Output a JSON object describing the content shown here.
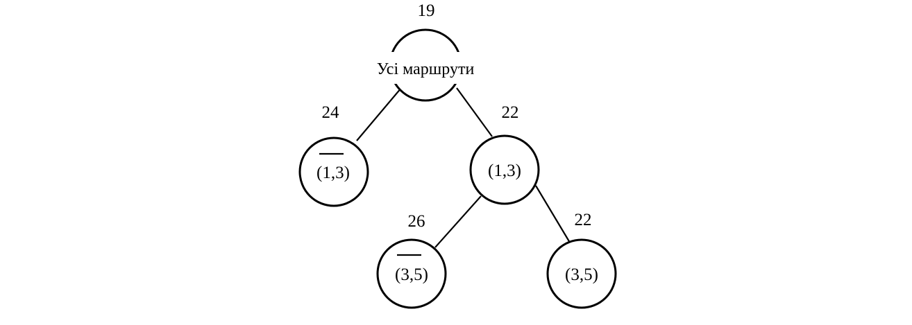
{
  "tree": {
    "root": {
      "label": "Усі маршрути",
      "bound": "19"
    },
    "left": {
      "label": "(1,3)",
      "negated": true,
      "bound": "24"
    },
    "right": {
      "label": "(1,3)",
      "negated": false,
      "bound": "22"
    },
    "right_left": {
      "label": "(3,5)",
      "negated": true,
      "bound": "26"
    },
    "right_right": {
      "label": "(3,5)",
      "negated": false,
      "bound": "22"
    }
  }
}
